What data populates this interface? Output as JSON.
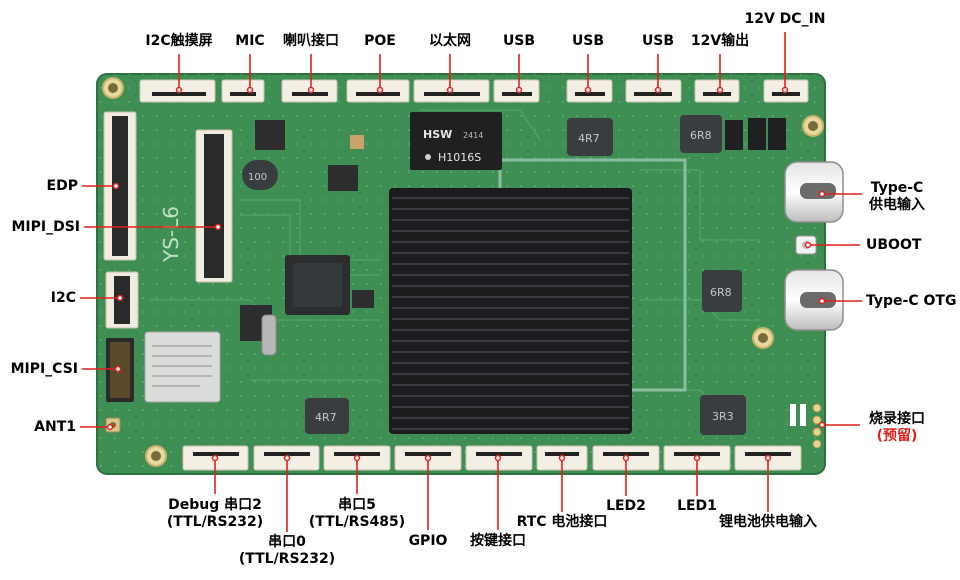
{
  "top_labels": [
    {
      "id": "i2c-touch",
      "text": "I2C触摸屏"
    },
    {
      "id": "mic",
      "text": "MIC"
    },
    {
      "id": "speaker",
      "text": "喇叭接口"
    },
    {
      "id": "poe",
      "text": "POE"
    },
    {
      "id": "ethernet",
      "text": "以太网"
    },
    {
      "id": "usb-1",
      "text": "USB"
    },
    {
      "id": "usb-2",
      "text": "USB"
    },
    {
      "id": "usb-3",
      "text": "USB"
    },
    {
      "id": "out-12v",
      "text": "12V输出"
    },
    {
      "id": "dc-in",
      "text": "12V DC_IN"
    }
  ],
  "left_labels": [
    {
      "id": "edp",
      "text": "EDP"
    },
    {
      "id": "mipi-dsi",
      "text": "MIPI_DSI"
    },
    {
      "id": "i2c",
      "text": "I2C"
    },
    {
      "id": "mipi-csi",
      "text": "MIPI_CSI"
    },
    {
      "id": "ant1",
      "text": "ANT1"
    }
  ],
  "right_labels": [
    {
      "id": "typec-power",
      "line1": "Type-C",
      "line2": "供电输入"
    },
    {
      "id": "uboot",
      "line1": "UBOOT",
      "line2": ""
    },
    {
      "id": "typec-otg",
      "line1": "Type-C OTG",
      "line2": ""
    },
    {
      "id": "burn",
      "line1": "烧录接口",
      "line2": "(预留)"
    }
  ],
  "bottom_labels": [
    {
      "id": "debug-uart2",
      "line1": "Debug 串口2",
      "line2": "(TTL/RS232)"
    },
    {
      "id": "uart0",
      "line1": "串口0",
      "line2": "(TTL/RS232)"
    },
    {
      "id": "uart5",
      "line1": "串口5",
      "line2": "(TTL/RS485)"
    },
    {
      "id": "gpio",
      "line1": "GPIO",
      "line2": ""
    },
    {
      "id": "button",
      "line1": "按键接口",
      "line2": ""
    },
    {
      "id": "rtc",
      "line1": "RTC 电池接口",
      "line2": ""
    },
    {
      "id": "led2",
      "line1": "LED2",
      "line2": ""
    },
    {
      "id": "led1",
      "line1": "LED1",
      "line2": ""
    },
    {
      "id": "battery",
      "line1": "锂电池供电输入",
      "line2": ""
    }
  ],
  "board": {
    "silkscreen": "YS-L6",
    "magjack_brand": "HSW",
    "magjack_code": "2414",
    "magjack_part": "H1016S",
    "inductor_1": "6R8",
    "inductor_2": "6R8",
    "inductor_3": "3R3",
    "inductor_4": "4R7",
    "inductor_5": "4R7",
    "inductor_6": "100"
  },
  "colors": {
    "pcb": "#3f8f55",
    "pcb_edge": "#2e7040",
    "heatsink": "#1c1c1f",
    "connector": "#f3efe4",
    "label": "#000000",
    "highlight": "#e0201a"
  }
}
